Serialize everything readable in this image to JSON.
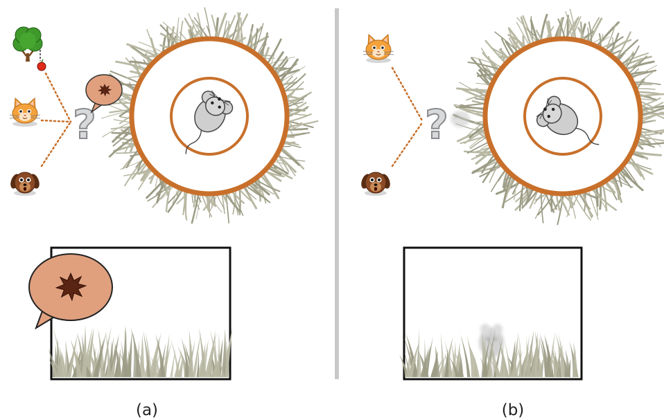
{
  "panels": [
    {
      "label": "(a)",
      "question_mark": "?",
      "sources": [
        "tree-with-apple",
        "cat",
        "dog"
      ],
      "speech_bubble": "alarm-burst",
      "subject": "mouse"
    },
    {
      "label": "(b)",
      "question_mark": "?",
      "sources": [
        "cat",
        "dog"
      ],
      "speech_bubble": null,
      "subject": "mouse"
    }
  ],
  "colors": {
    "ring": "#c8702b",
    "grass": "#b8b8a3",
    "grass_dark": "#9c9c86",
    "bubble_fill": "#e0a07e",
    "burst_fill": "#5a2412",
    "dotted_line": "#c8702b",
    "divider": "#c8c8c8",
    "question_mark": "#a9aaad",
    "mouse": "#cfcfcf",
    "cat": "#f4a23c",
    "dog": "#8b4a24",
    "tree_foliage": "#3f9a2b",
    "tree_trunk": "#7a4a22",
    "apple": "#e02a1a"
  }
}
